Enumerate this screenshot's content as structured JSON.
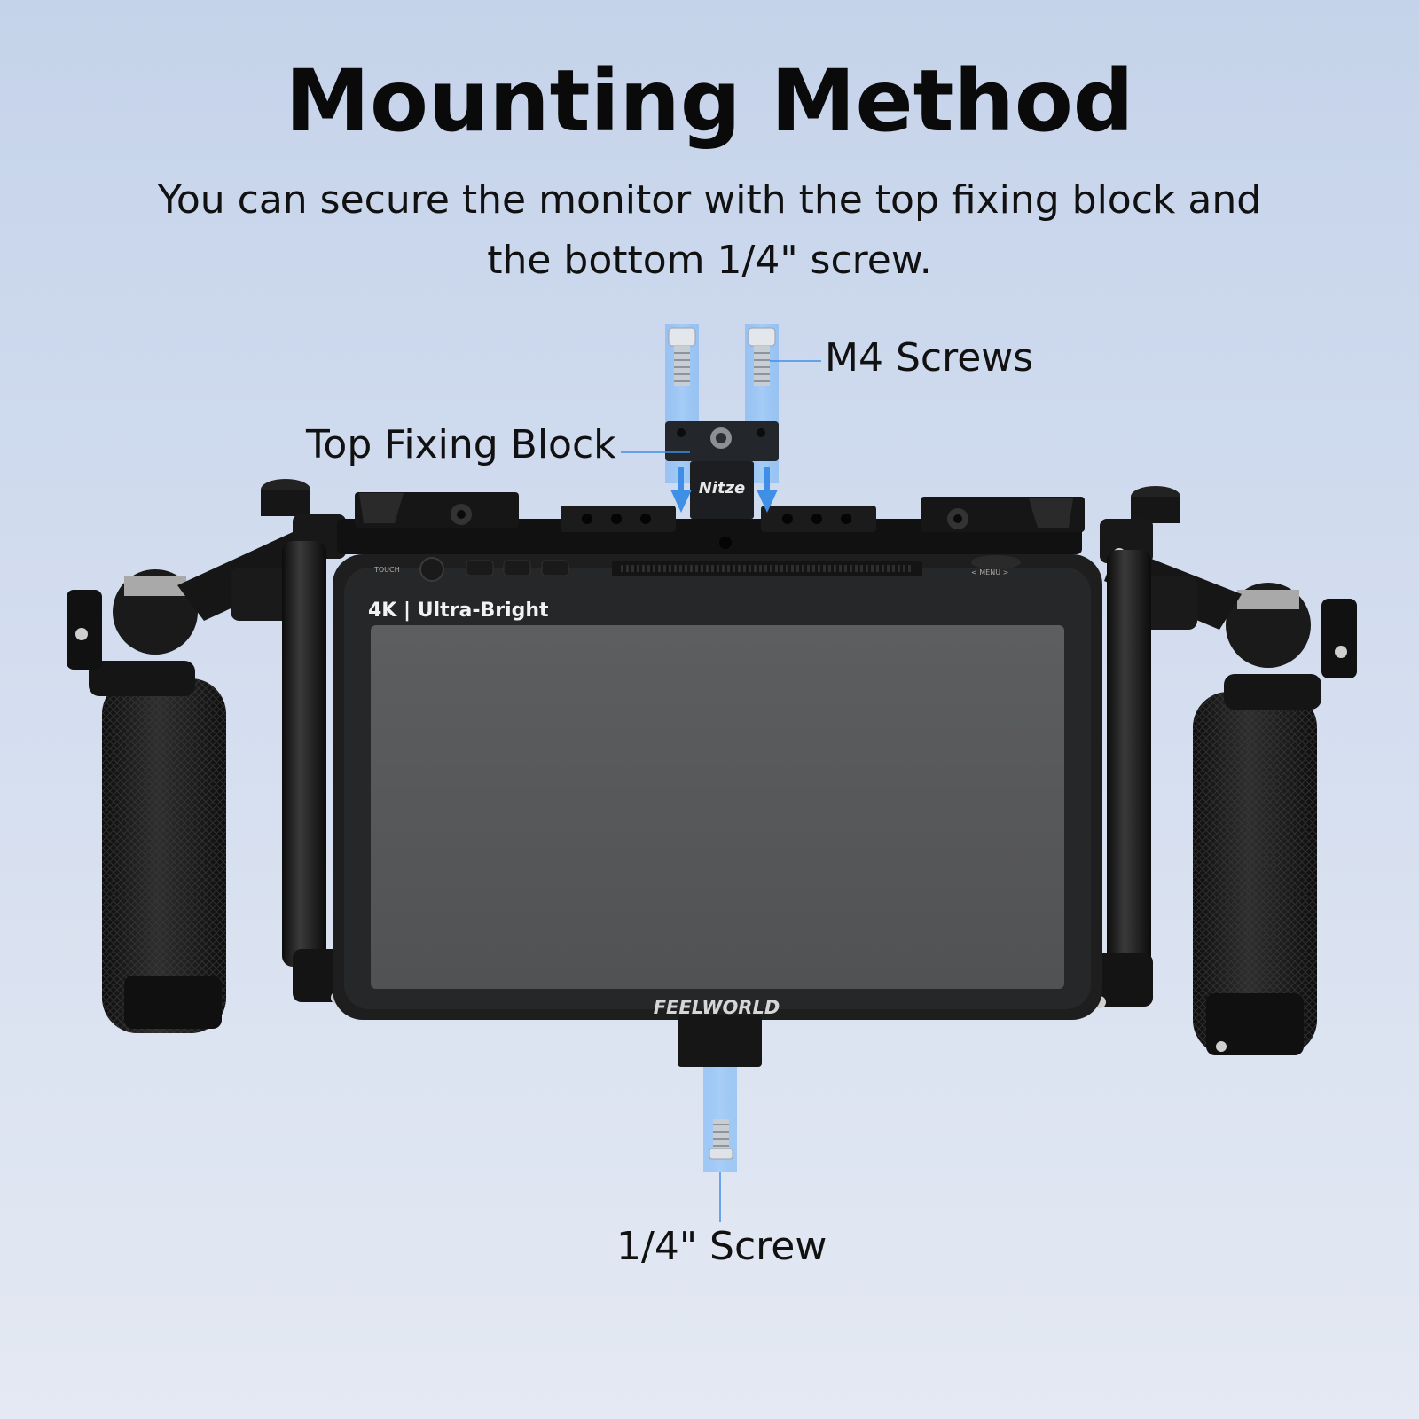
{
  "header": {
    "title": "Mounting Method",
    "subtitle": "You can secure the monitor with the top fixing block and the bottom 1/4\" screw."
  },
  "callouts": {
    "m4_screws": "M4 Screws",
    "top_fixing_block": "Top Fixing Block",
    "quarter_screw": "1/4\" Screw"
  },
  "monitor": {
    "badge": "4K | Ultra-Bright",
    "brand": "FEELWORLD",
    "touch_label": "TOUCH",
    "menu_label": "< MENU >"
  },
  "block": {
    "brand": "Nitze"
  },
  "colors": {
    "accent_blue": "#3f8fe6",
    "body_black": "#151515",
    "screen_gray": "#57585a"
  }
}
